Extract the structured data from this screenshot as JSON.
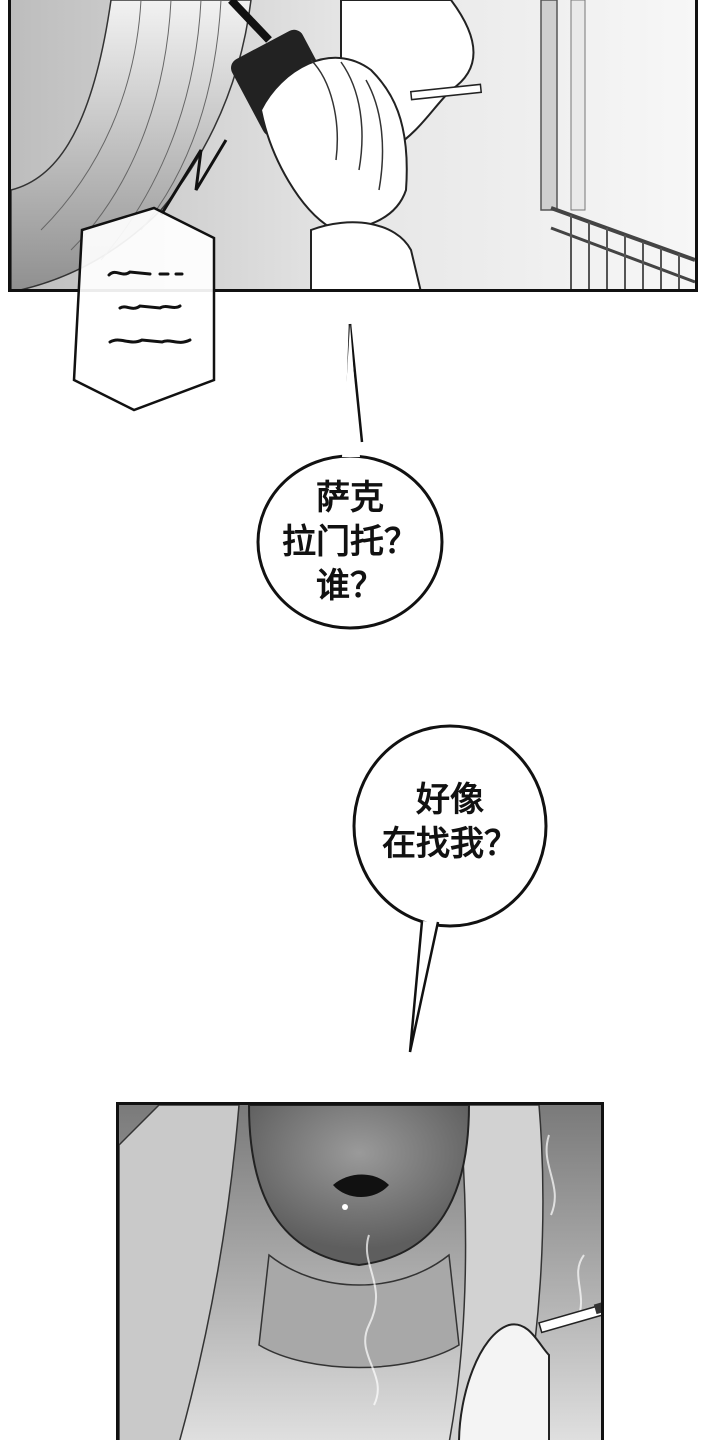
{
  "page": {
    "background": "#ffffff",
    "ink": "#111111",
    "screen_tone": "#9a9a9a"
  },
  "speech": {
    "phone_voice": {
      "kind": "phone-muffled-lines"
    },
    "bubble_1": {
      "lines": "萨克\n拉门托？\n谁？"
    },
    "bubble_2": {
      "lines": "好像\n在找我？"
    }
  }
}
